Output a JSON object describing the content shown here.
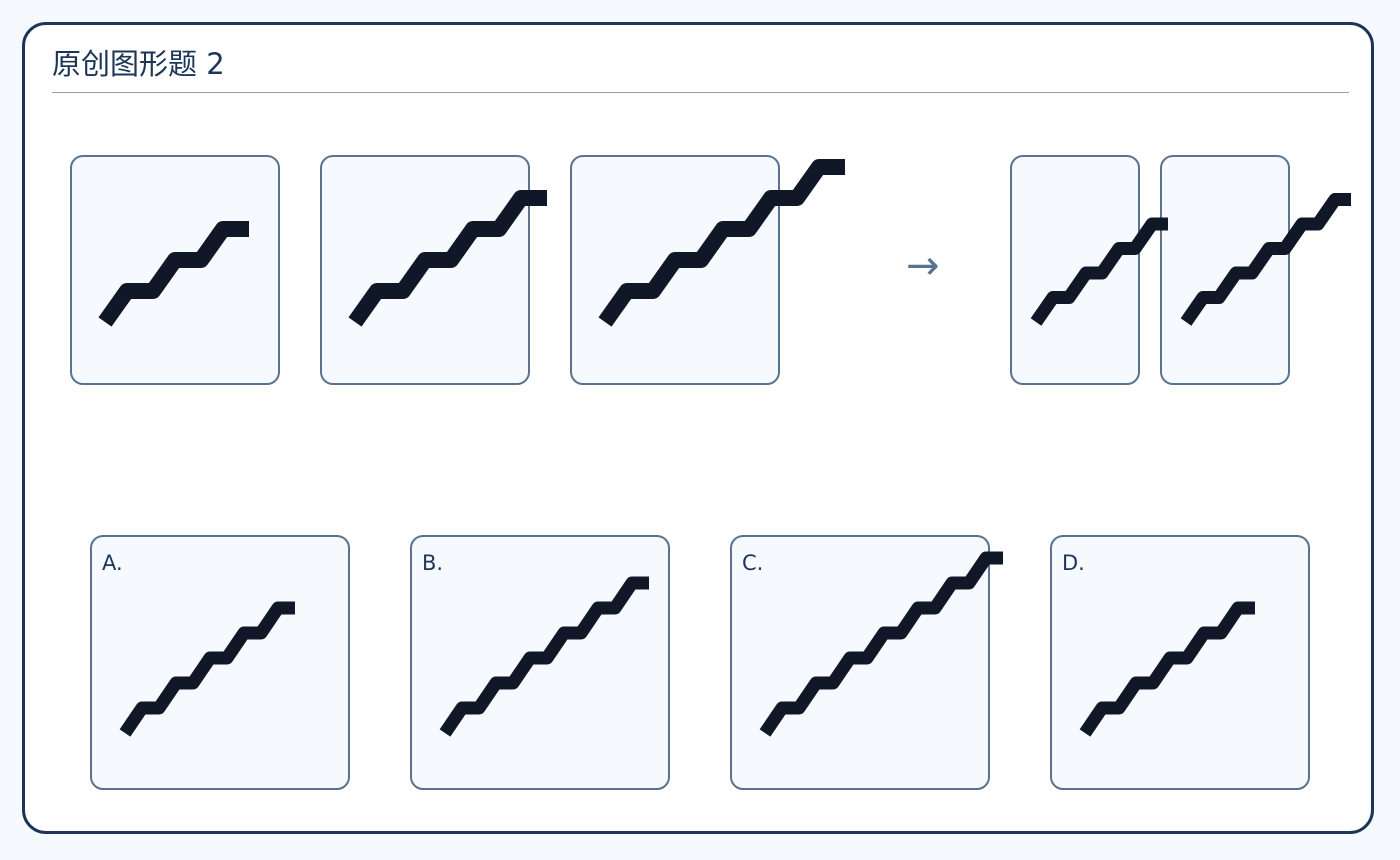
{
  "title": "原创图形题 2",
  "sequence": {
    "arrow_symbol": "→",
    "figures": [
      {
        "name": "figure-1",
        "steps": 3
      },
      {
        "name": "figure-2",
        "steps": 4
      },
      {
        "name": "figure-3",
        "steps": 5
      },
      {
        "name": "figure-4",
        "steps": 4
      },
      {
        "name": "figure-5",
        "steps": 5
      }
    ]
  },
  "options": [
    {
      "label": "A.",
      "steps": 5
    },
    {
      "label": "B.",
      "steps": 6
    },
    {
      "label": "C.",
      "steps": 7
    },
    {
      "label": "D.",
      "steps": 5
    }
  ],
  "colors": {
    "frame": "#1c3558",
    "panel_border": "#5a7391",
    "panel_fill": "#f6f9fd",
    "stroke": "#101828"
  }
}
